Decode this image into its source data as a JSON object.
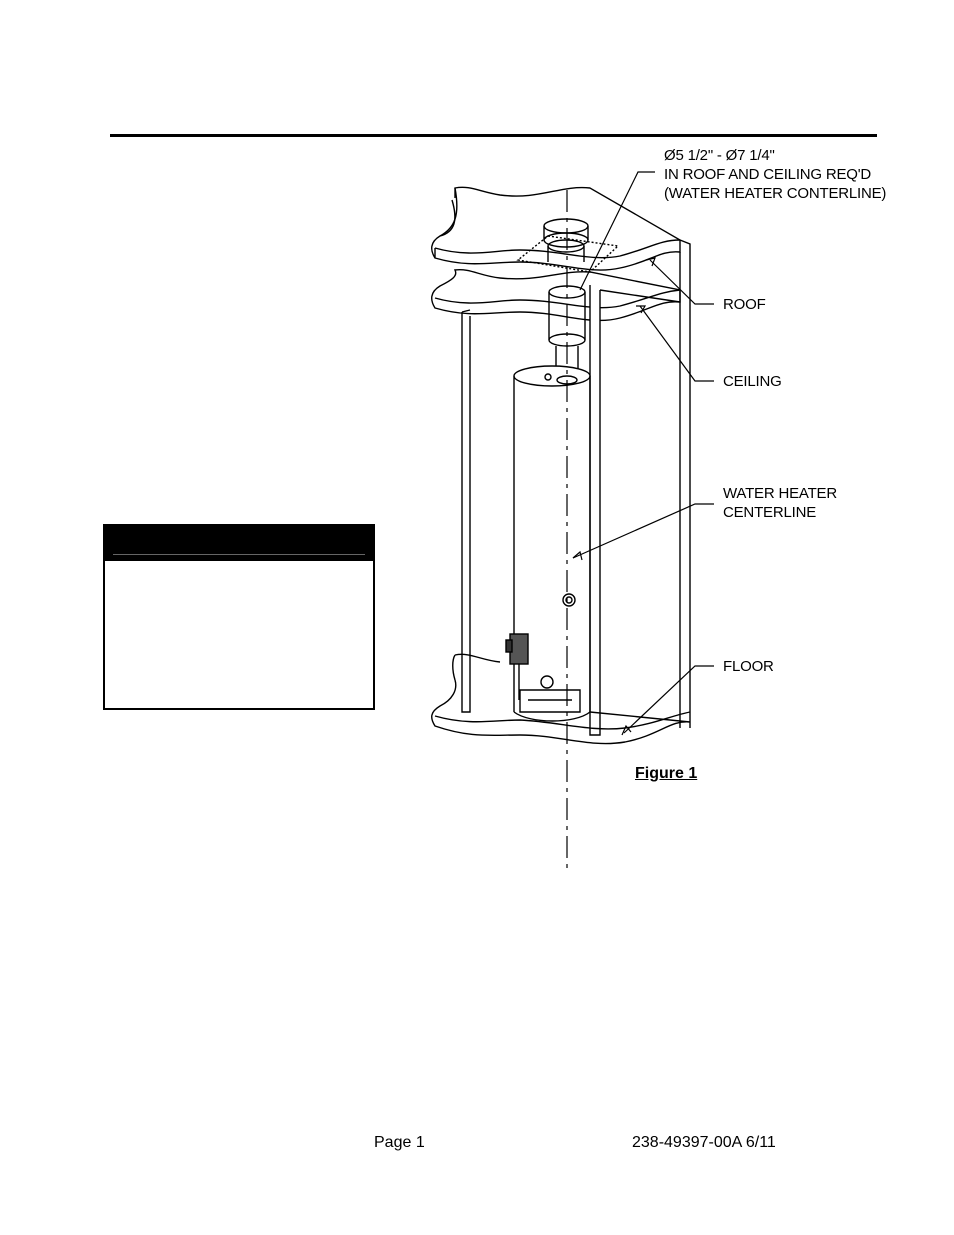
{
  "figure": {
    "callouts": {
      "hole_size": "Ø5 1/2\" - Ø7 1/4\"\nIN ROOF AND CEILING REQ'D\n(WATER HEATER CONTERLINE)",
      "roof": "ROOF",
      "ceiling": "CEILING",
      "centerline": "WATER HEATER\nCENTERLINE",
      "floor": "FLOOR"
    },
    "caption": "Figure 1"
  },
  "footer": {
    "page": "Page 1",
    "doc_number": "238-49397-00A 6/11"
  }
}
